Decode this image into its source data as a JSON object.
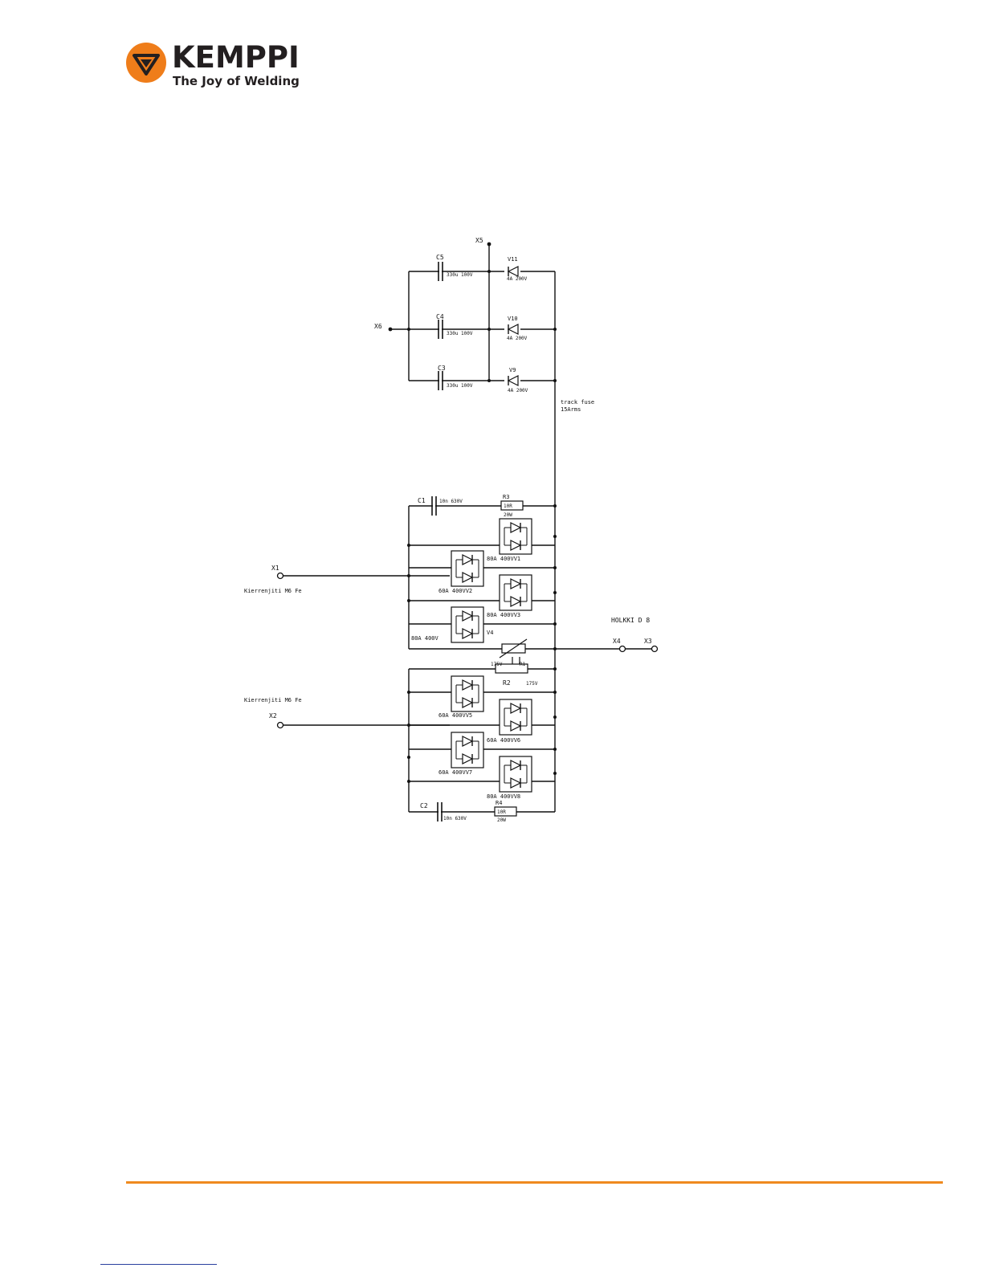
{
  "brand": {
    "name": "KEMPPI",
    "tagline": "The Joy of Welding",
    "accent": "#ef8a1f"
  },
  "schematic": {
    "terminals": {
      "x5": "X5",
      "x6": "X6",
      "x1": "X1",
      "x2": "X2",
      "x3": "X3",
      "x4": "X4"
    },
    "labels": {
      "c5": "C5",
      "c5_value": "330u 100V",
      "c4": "C4",
      "c4_value": "330u 100V",
      "c3": "C3",
      "c3_value": "330u 100V",
      "v11": "V11",
      "v11_value": "4A 200V",
      "v10": "V10",
      "v10_value": "4A 200V",
      "v9": "V9",
      "v9_value": "4A 200V",
      "fuse_line1": "track fuse",
      "fuse_line2": "15Arms",
      "c1": "C1",
      "c1_value": "10n 630V",
      "r3": "R3",
      "r3_value": "10R",
      "r3_power": "20W",
      "v1": "80A 400VV1",
      "v2": "60A 400VV2",
      "v3": "80A 400VV3",
      "v4_rating": "80A 400V",
      "v4": "V4",
      "x1_note": "Kierrenjiti M6 Fe",
      "x2_note": "Kierrenjiti M6 Fe",
      "holkki": "HOLKKI D 8",
      "r2_left": "175V",
      "r1": "R1",
      "r2": "R2",
      "r2_right": "175V",
      "v5": "60A 400VV5",
      "v6": "60A 400VV6",
      "v7": "60A 400VV7",
      "v8": "80A 400VV8",
      "c2": "C2",
      "c2_value": "10n 630V",
      "r4": "R4",
      "r4_value": "10R",
      "r4_power": "20W"
    }
  }
}
